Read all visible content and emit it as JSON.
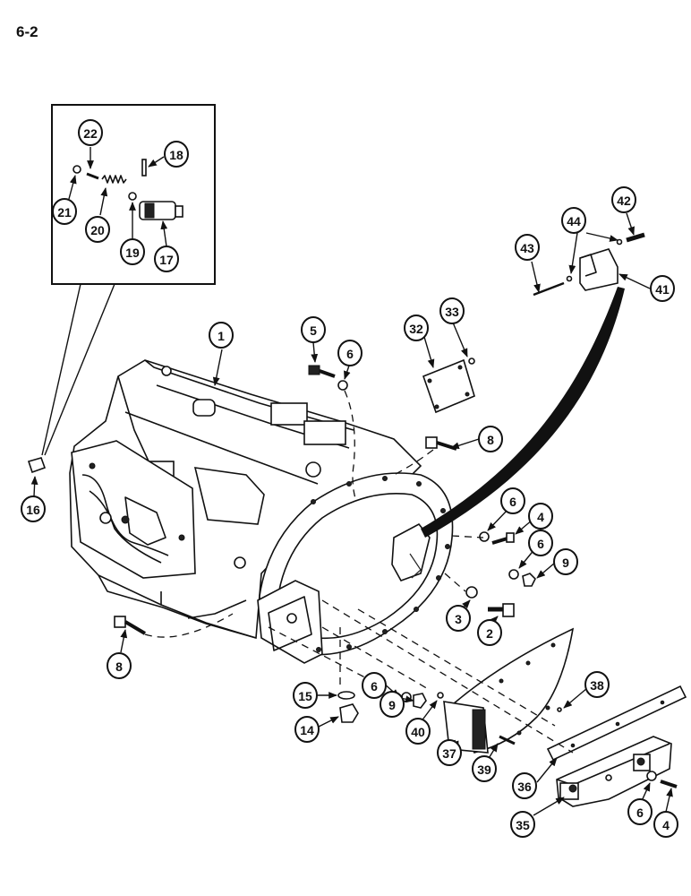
{
  "page": {
    "number": "6-2"
  },
  "callouts": [
    "1",
    "2",
    "3",
    "4",
    "5",
    "6",
    "8",
    "9",
    "14",
    "15",
    "16",
    "17",
    "18",
    "19",
    "20",
    "21",
    "22",
    "32",
    "33",
    "35",
    "36",
    "37",
    "38",
    "39",
    "40",
    "41",
    "42",
    "43",
    "44"
  ]
}
